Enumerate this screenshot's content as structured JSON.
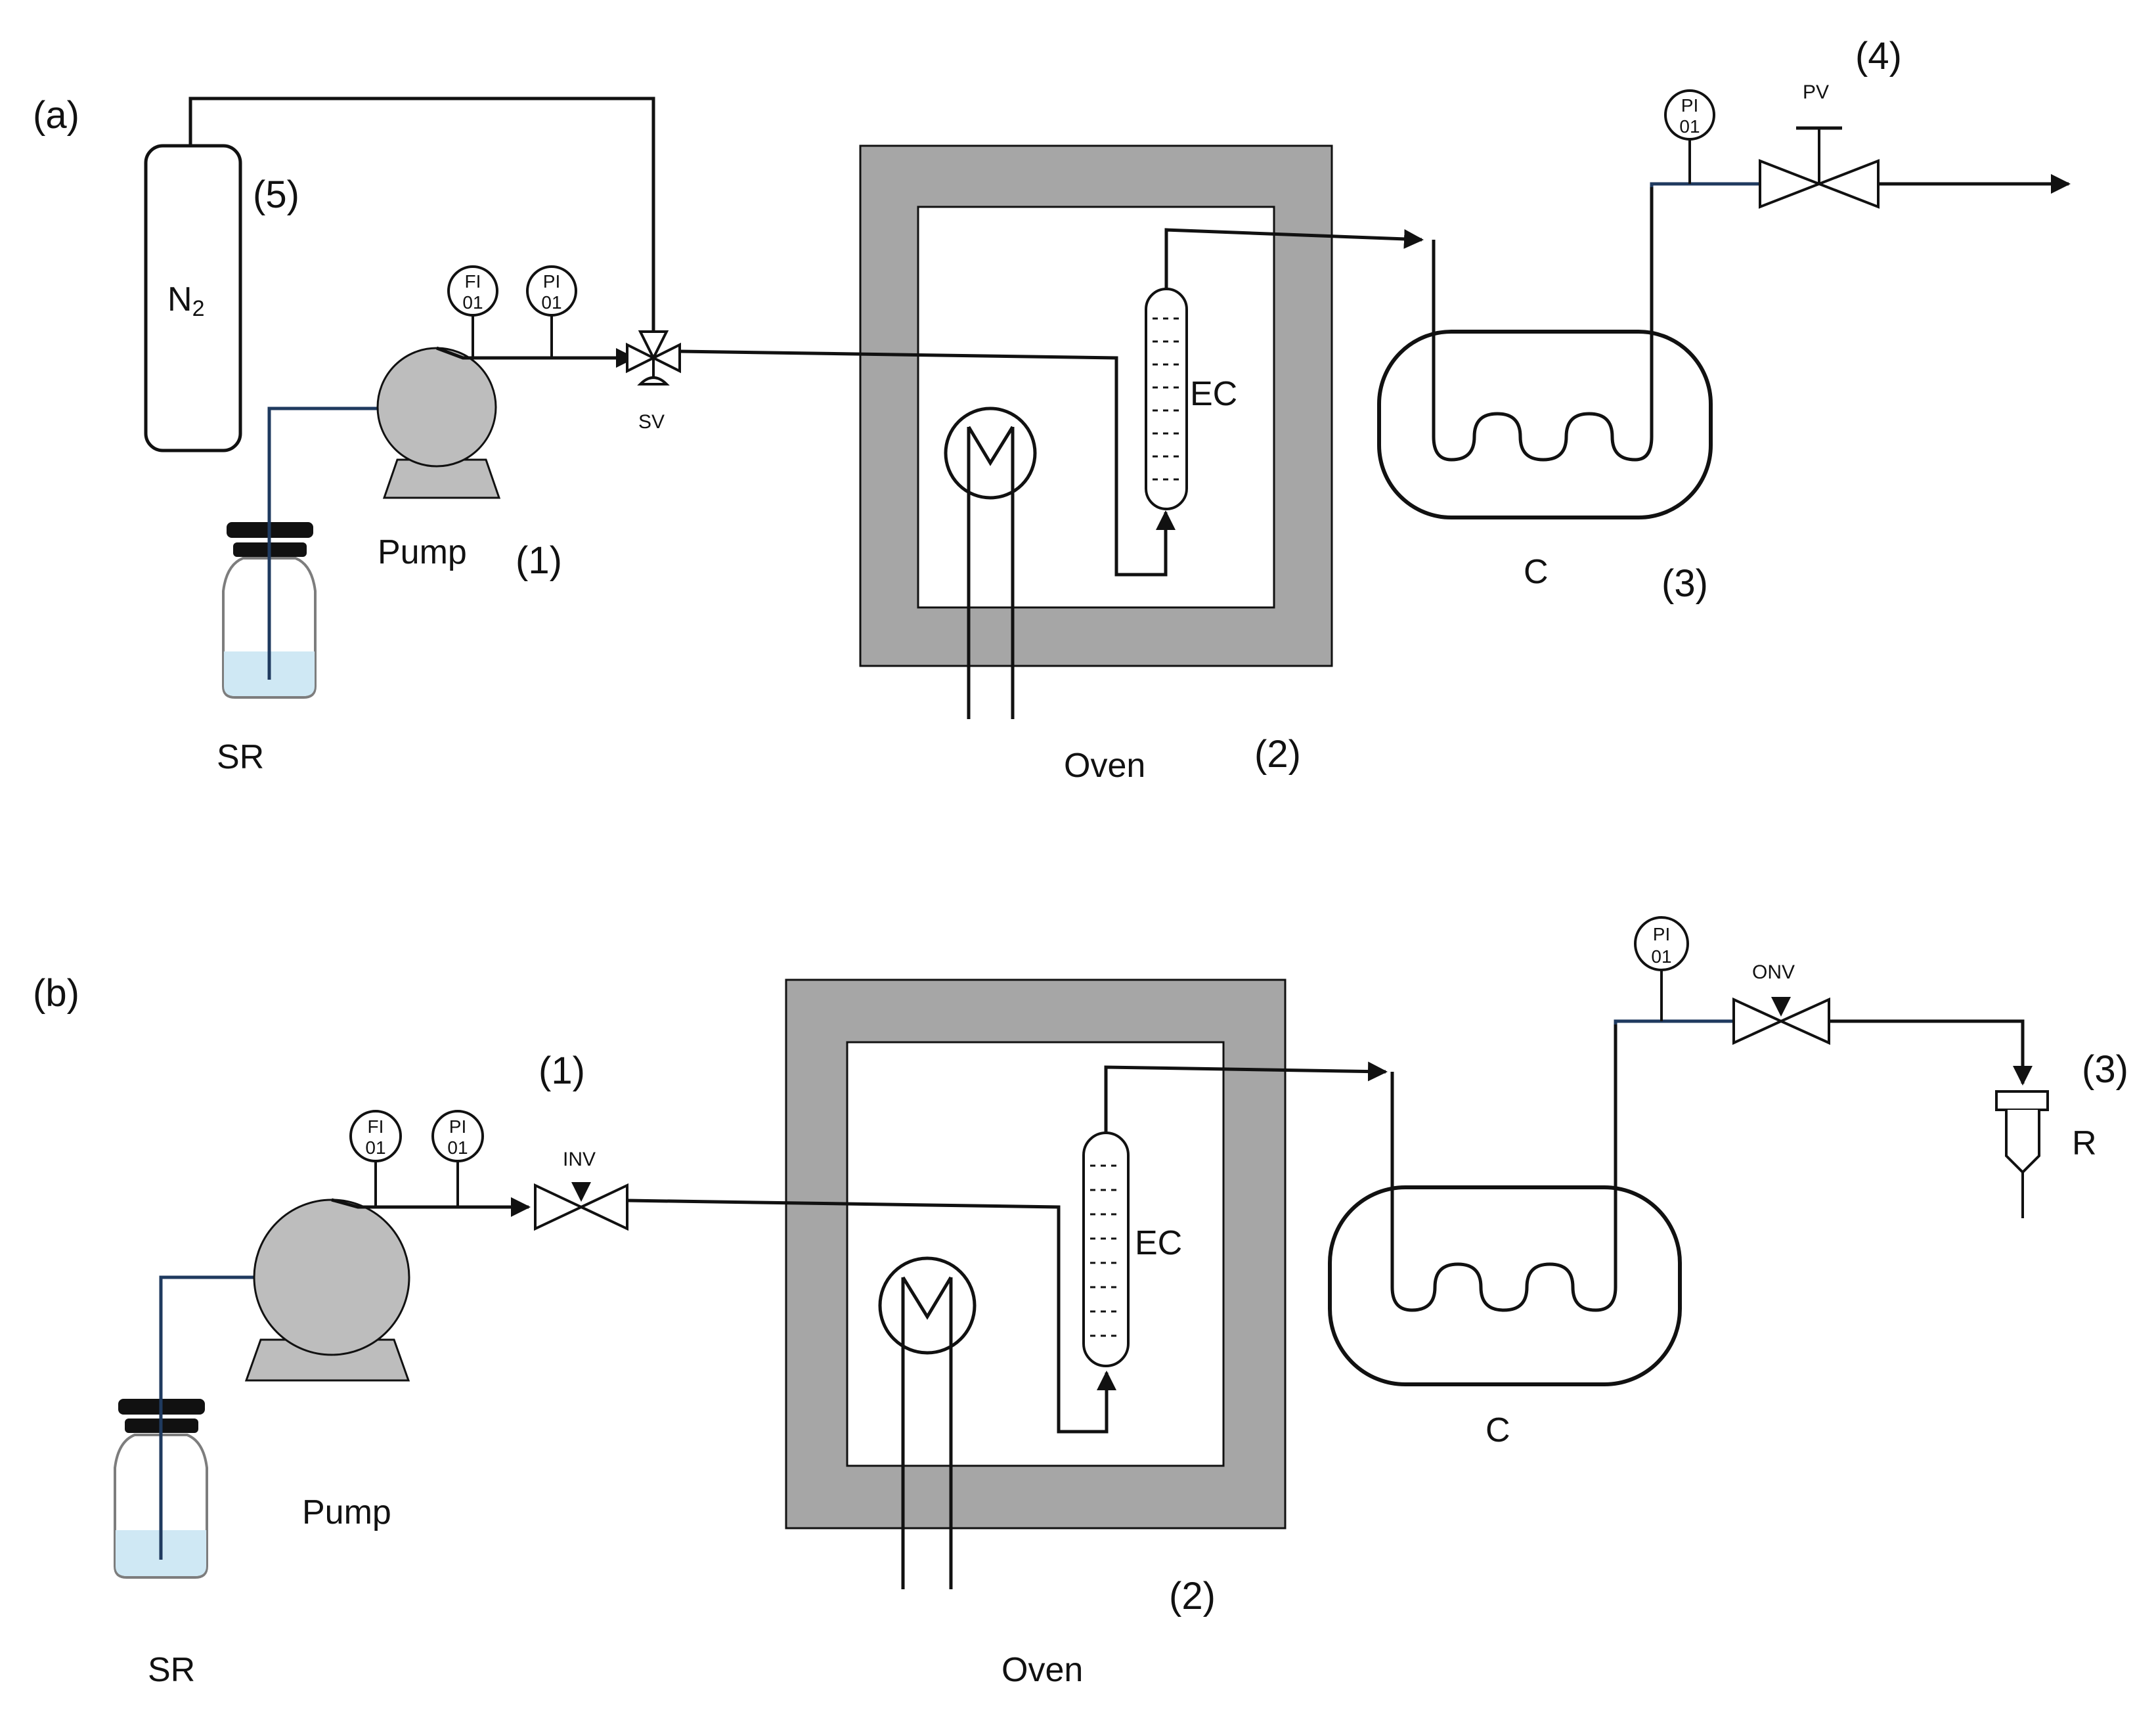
{
  "panels": [
    {
      "id": "a",
      "panel_label": "(a)",
      "labels": {
        "reservoir": "SR",
        "pump": "Pump",
        "oven": "Oven",
        "column": "EC",
        "condenser": "C",
        "valve": "SV",
        "outlet_valve": "PV"
      },
      "gas": {
        "text": "N",
        "sub": "2"
      },
      "instruments": [
        {
          "l1": "FI",
          "l2": "01"
        },
        {
          "l1": "PI",
          "l2": "01"
        },
        {
          "l1": "PI",
          "l2": "01"
        }
      ],
      "numbers": {
        "pump": "(1)",
        "oven": "(2)",
        "condenser": "(3)",
        "outlet": "(4)",
        "gas": "(5)"
      }
    },
    {
      "id": "b",
      "panel_label": "(b)",
      "labels": {
        "reservoir": "SR",
        "pump": "Pump",
        "oven": "Oven",
        "column": "EC",
        "condenser": "C",
        "valve": "INV",
        "outlet_valve": "ONV",
        "receiver": "R"
      },
      "instruments": [
        {
          "l1": "FI",
          "l2": "01"
        },
        {
          "l1": "PI",
          "l2": "01"
        },
        {
          "l1": "PI",
          "l2": "01"
        }
      ],
      "numbers": {
        "inlet": "(1)",
        "oven": "(2)",
        "receiver": "(3)"
      }
    }
  ],
  "colors": {
    "line": "#111111",
    "oven_wall": "#a6a6a6",
    "pump": "#bdbdbd",
    "liquid": "#cfe8f4",
    "tube": "#1f3a5f"
  }
}
